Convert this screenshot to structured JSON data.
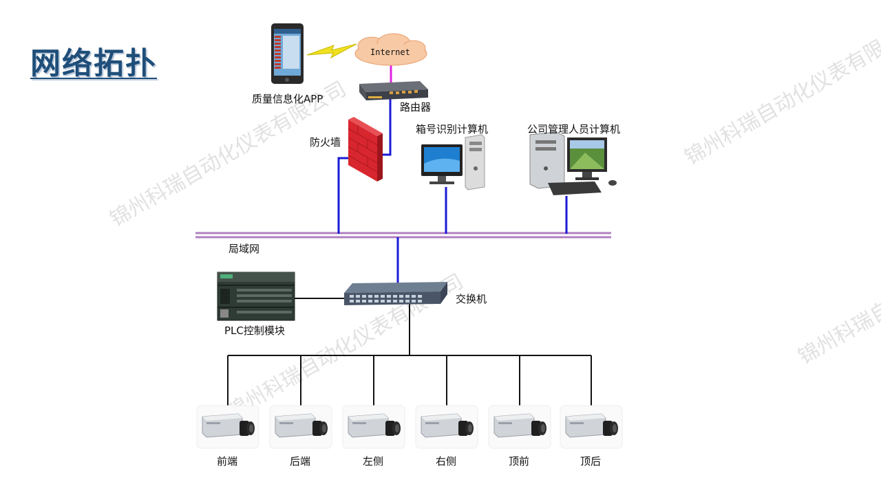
{
  "title": "网络拓扑",
  "nodes": {
    "app": "质量信息化APP",
    "internet": "Internet",
    "router": "路由器",
    "firewall": "防火墙",
    "box_pc": "箱号识别计算机",
    "mgmt_pc": "公司管理人员计算机",
    "lan": "局域网",
    "switch": "交换机",
    "plc": "PLC控制模块"
  },
  "cameras": [
    "前端",
    "后端",
    "左侧",
    "右侧",
    "顶前",
    "顶后"
  ],
  "watermark": "锦州科瑞自动化仪表有限公司",
  "colors": {
    "title": "#1f4e79",
    "link_blue": "#1a1ad6",
    "lan_bus": "#b080c0",
    "internet_link": "#e020e0",
    "wireless": "#f0e020",
    "firewall": "#d8262e",
    "cable": "#111111"
  }
}
